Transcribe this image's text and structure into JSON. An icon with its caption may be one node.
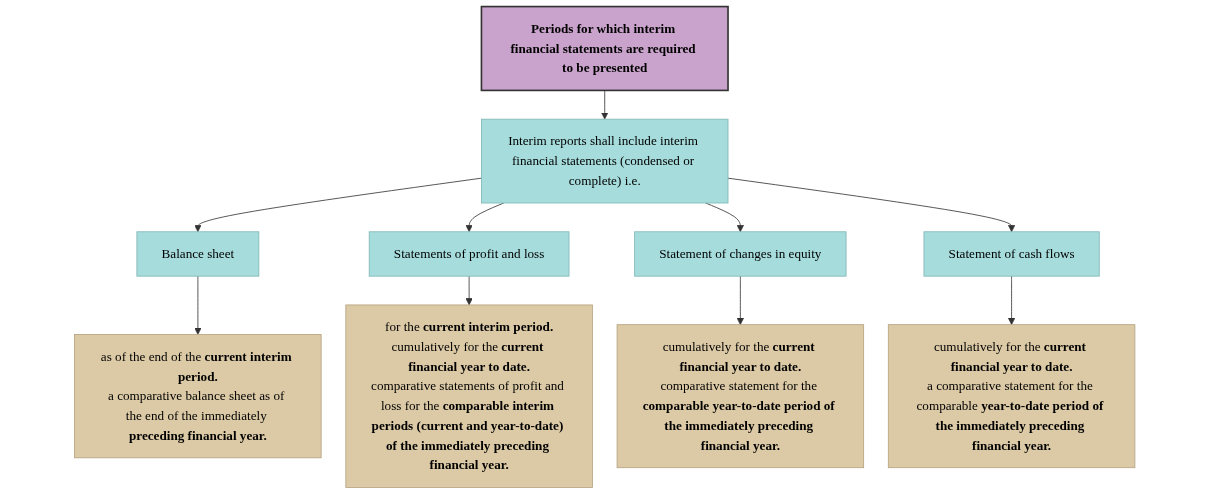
{
  "diagram": {
    "nodes": [
      {
        "text": [
          "Periods for which interim financial statements are required to be presented"
        ]
      },
      {
        "text": [
          "Interim reports shall include interim financial statements (condensed or complete) i.e."
        ]
      },
      {
        "text": [
          "Balance sheet"
        ]
      },
      {
        "text": [
          "Statements of profit and loss"
        ]
      },
      {
        "text": [
          "Statement of changes in equity"
        ]
      },
      {
        "text": [
          "Statement of cash flows"
        ]
      },
      {
        "text": [
          "as of the end of the **current interim period.**",
          "a comparative balance sheet as of the end of the immediately **preceding financial year.**"
        ]
      },
      {
        "text": [
          "for the **current interim period.**",
          "cumulatively for the **current financial year to date.**",
          "comparative statements of profit and loss for the **comparable interim periods (current and year-to-date) of the immediately preceding financial year.**"
        ]
      },
      {
        "text": [
          "cumulatively for the **current financial year to date.**",
          "comparative statement for the **comparable year-to-date period of the immediately preceding financial year.**"
        ]
      },
      {
        "text": [
          "cumulatively for the **current financial year to date.**",
          "a comparative statement for the comparable **year-to-date period of the immediately preceding financial year.**"
        ]
      }
    ],
    "edges": [
      {
        "from": 0,
        "to": 1,
        "arrow": "to"
      },
      {
        "from": 1,
        "to": 2,
        "arrow": "to"
      },
      {
        "from": 1,
        "to": 3,
        "arrow": "to"
      },
      {
        "from": 1,
        "to": 4,
        "arrow": "to"
      },
      {
        "from": 1,
        "to": 5,
        "arrow": "to"
      },
      {
        "from": 2,
        "to": 6,
        "arrow": "to"
      },
      {
        "from": 3,
        "to": 7,
        "arrow": "to"
      },
      {
        "from": 4,
        "to": 8,
        "arrow": "to"
      },
      {
        "from": 5,
        "to": 9,
        "arrow": "to"
      }
    ]
  }
}
